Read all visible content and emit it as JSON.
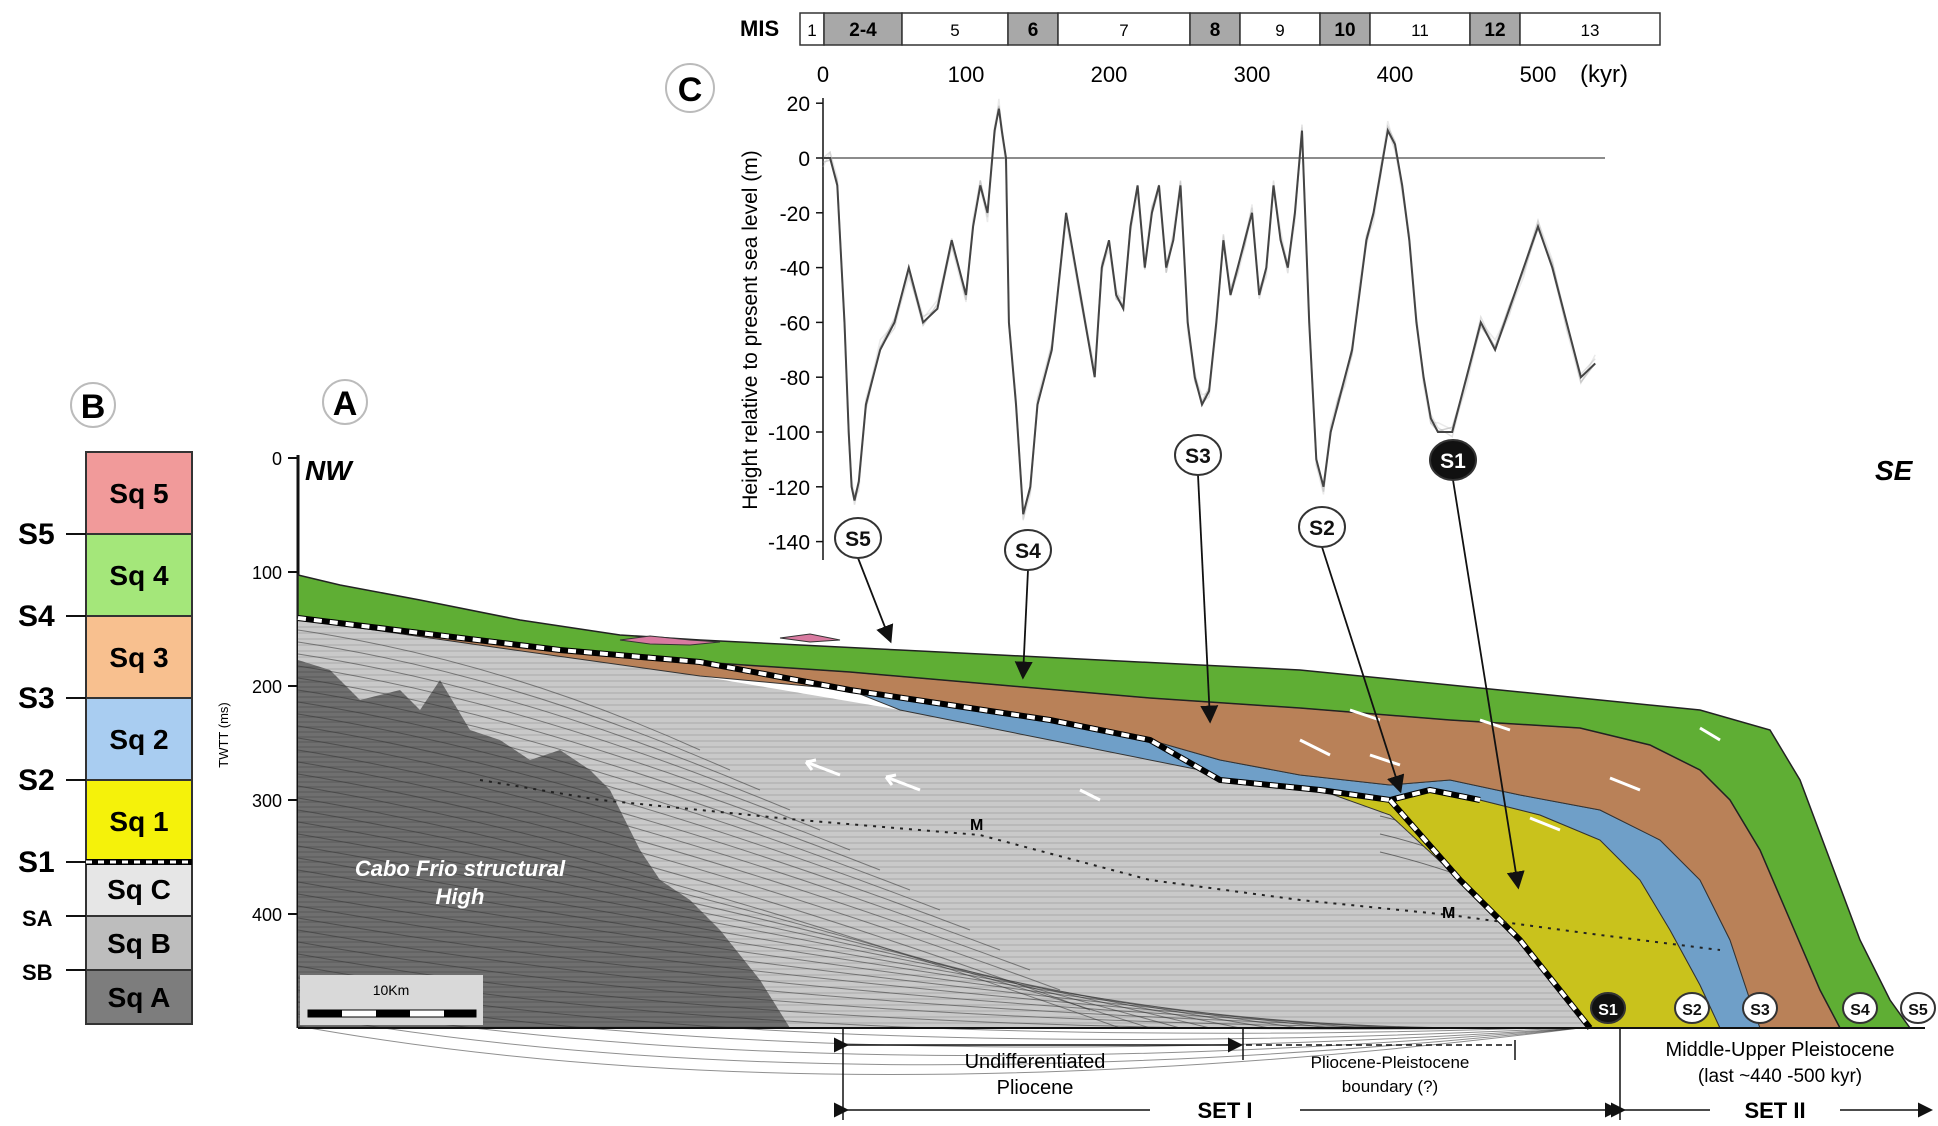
{
  "panel_a": {
    "label": "A",
    "nw": "NW",
    "se": "SE",
    "axis_title": "TWTT (ms)",
    "ticks": [
      "0",
      "100",
      "200",
      "300",
      "400"
    ],
    "high_label_1": "Cabo Frio structural",
    "high_label_2": "High",
    "m_label": "M",
    "scale_bar": "10Km",
    "surfaces_bottom": [
      "S1",
      "S2",
      "S3",
      "S4",
      "S5"
    ],
    "brackets": {
      "undiff_1": "Undifferentiated",
      "undiff_2": "Pliocene",
      "boundary_1": "Pliocene-Pleistocene",
      "boundary_2": "boundary (?)",
      "middle_1": "Middle-Upper Pleistocene",
      "middle_2": "(last ~440 -500 kyr)",
      "set1": "SET I",
      "set2": "SET II"
    },
    "colors": {
      "sq5": "#d87aa0",
      "sq4": "#6bb83a",
      "sq3": "#b98158",
      "sq2": "#6f9fc8",
      "sq1": "#c8c21c",
      "basement": "#7a7a7a",
      "pliocene": "#b8b8b8"
    }
  },
  "panel_b": {
    "label": "B",
    "boxes": [
      {
        "name": "Sq 5",
        "color": "#f19a9a"
      },
      {
        "name": "Sq 4",
        "color": "#a4e77a"
      },
      {
        "name": "Sq 3",
        "color": "#f8c08f"
      },
      {
        "name": "Sq 2",
        "color": "#a9cdf1"
      },
      {
        "name": "Sq 1",
        "color": "#f5f20a"
      },
      {
        "name": "Sq C",
        "color": "#e6e6e6"
      },
      {
        "name": "Sq B",
        "color": "#bdbdbd"
      },
      {
        "name": "Sq A",
        "color": "#7d7d7d"
      }
    ],
    "surfaces": [
      "S5",
      "S4",
      "S3",
      "S2",
      "S1",
      "SA",
      "SB"
    ]
  },
  "panel_c": {
    "label": "C",
    "mis_label": "MIS",
    "mis": [
      {
        "n": "1",
        "shade": false
      },
      {
        "n": "2-4",
        "shade": true
      },
      {
        "n": "5",
        "shade": false
      },
      {
        "n": "6",
        "shade": true
      },
      {
        "n": "7",
        "shade": false
      },
      {
        "n": "8",
        "shade": true
      },
      {
        "n": "9",
        "shade": false
      },
      {
        "n": "10",
        "shade": true
      },
      {
        "n": "11",
        "shade": false
      },
      {
        "n": "12",
        "shade": true
      },
      {
        "n": "13",
        "shade": false
      }
    ],
    "x_ticks": [
      "0",
      "100",
      "200",
      "300",
      "400",
      "500"
    ],
    "x_unit": "(kyr)",
    "y_ticks": [
      "20",
      "0",
      "-20",
      "-40",
      "-60",
      "-80",
      "-100",
      "-120",
      "-140"
    ],
    "y_label": "Height relative to present sea level (m)",
    "surface_markers": [
      "S5",
      "S4",
      "S3",
      "S2",
      "S1"
    ]
  },
  "chart_data": {
    "type": "line",
    "title": "",
    "xlabel": "(kyr)",
    "ylabel": "Height relative to present sea level (m)",
    "xlim": [
      0,
      550
    ],
    "ylim": [
      -140,
      20
    ],
    "series": [
      {
        "x": [
          0,
          5,
          10,
          15,
          18,
          20,
          22,
          25,
          30,
          40,
          50,
          60,
          70,
          80,
          90,
          100,
          105,
          110,
          115,
          120,
          123,
          125,
          128,
          130,
          135,
          140,
          145,
          150,
          160,
          170,
          180,
          190,
          195,
          200,
          205,
          210,
          215,
          220,
          225,
          230,
          235,
          240,
          245,
          250,
          255,
          260,
          265,
          270,
          275,
          280,
          285,
          290,
          295,
          300,
          305,
          310,
          315,
          320,
          325,
          330,
          335,
          340,
          345,
          350,
          355,
          360,
          365,
          370,
          375,
          380,
          385,
          390,
          395,
          400,
          405,
          410,
          415,
          420,
          425,
          430,
          440,
          450,
          460,
          470,
          480,
          490,
          500,
          510,
          520,
          530,
          540
        ],
        "values": [
          0,
          0,
          -10,
          -60,
          -100,
          -120,
          -125,
          -118,
          -90,
          -70,
          -60,
          -40,
          -60,
          -55,
          -30,
          -50,
          -25,
          -10,
          -20,
          10,
          18,
          10,
          0,
          -60,
          -90,
          -130,
          -120,
          -90,
          -70,
          -20,
          -50,
          -80,
          -40,
          -30,
          -50,
          -55,
          -25,
          -10,
          -40,
          -20,
          -10,
          -40,
          -30,
          -10,
          -60,
          -80,
          -90,
          -85,
          -60,
          -30,
          -50,
          -40,
          -30,
          -20,
          -50,
          -40,
          -10,
          -30,
          -40,
          -20,
          10,
          -60,
          -110,
          -120,
          -100,
          -90,
          -80,
          -70,
          -50,
          -30,
          -20,
          -5,
          10,
          5,
          -10,
          -30,
          -60,
          -80,
          -95,
          -100,
          -100,
          -80,
          -60,
          -70,
          -55,
          -40,
          -25,
          -40,
          -60,
          -80,
          -75
        ]
      }
    ]
  }
}
